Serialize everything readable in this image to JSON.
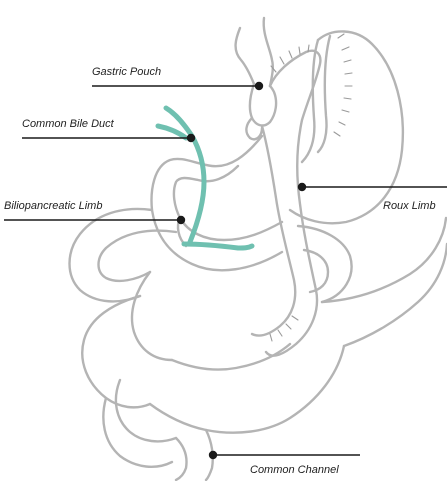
{
  "labels": {
    "gastric_pouch": "Gastric Pouch",
    "common_bile_duct": "Common Bile Duct",
    "biliopancreatic_limb": "Biliopancreatic Limb",
    "roux_limb": "Roux Limb",
    "common_channel": "Common Channel"
  },
  "colors": {
    "organ_outline": "#b4b4b4",
    "bile_duct": "#6fc0b0",
    "leader_line": "#1a1a1a",
    "label_text": "#222222"
  },
  "icons": {
    "anatomy_drawing": "gastric-bypass-anatomy-line-art"
  }
}
